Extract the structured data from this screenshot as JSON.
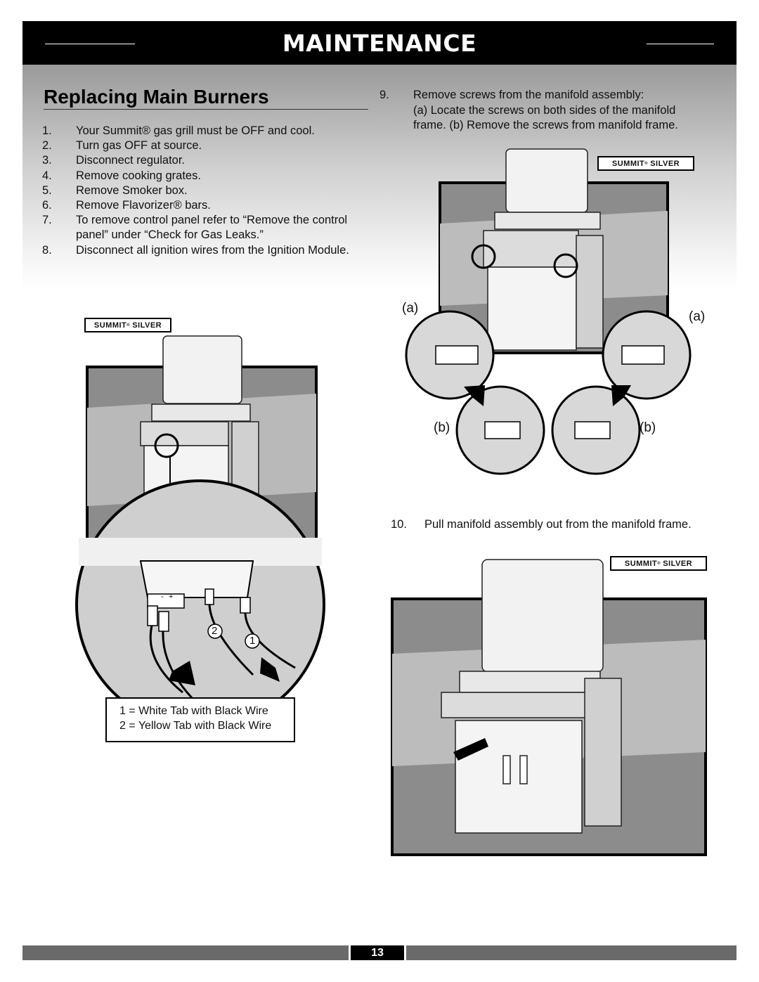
{
  "header": {
    "title": "MAINTENANCE"
  },
  "section": {
    "title": "Replacing Main Burners"
  },
  "steps": [
    {
      "num": "1.",
      "text": "Your Summit® gas grill must be OFF and cool."
    },
    {
      "num": "2.",
      "text": "Turn gas OFF at source."
    },
    {
      "num": "3.",
      "text": "Disconnect regulator."
    },
    {
      "num": "4.",
      "text": "Remove cooking grates."
    },
    {
      "num": "5.",
      "text": "Remove Smoker box."
    },
    {
      "num": "6.",
      "text": "Remove Flavorizer® bars."
    },
    {
      "num": "7.",
      "text": "To remove control panel refer to “Remove the control panel” under “Check for Gas Leaks.”"
    },
    {
      "num": "8.",
      "text": "Disconnect all ignition wires from the Ignition Module."
    }
  ],
  "step9": {
    "num": "9.",
    "text": "Remove screws from the manifold assembly:",
    "sub_line1": "(a) Locate the screws on both sides of the manifold",
    "sub_line2": "frame. (b) Remove the screws from manifold frame."
  },
  "step10": {
    "num": "10.",
    "text": "Pull manifold assembly out from the manifold frame."
  },
  "badges": {
    "brand": "SUMMIT",
    "reg": "®",
    "model": "SILVER"
  },
  "callouts": {
    "a": "(a)",
    "b": "(b)",
    "wire_1": "1",
    "wire_2": "2",
    "minus": "-",
    "plus": "+"
  },
  "legend": {
    "line1": "1 = White Tab with Black Wire",
    "line2": "2 = Yellow Tab with Black Wire"
  },
  "footer": {
    "page_number": "13"
  }
}
